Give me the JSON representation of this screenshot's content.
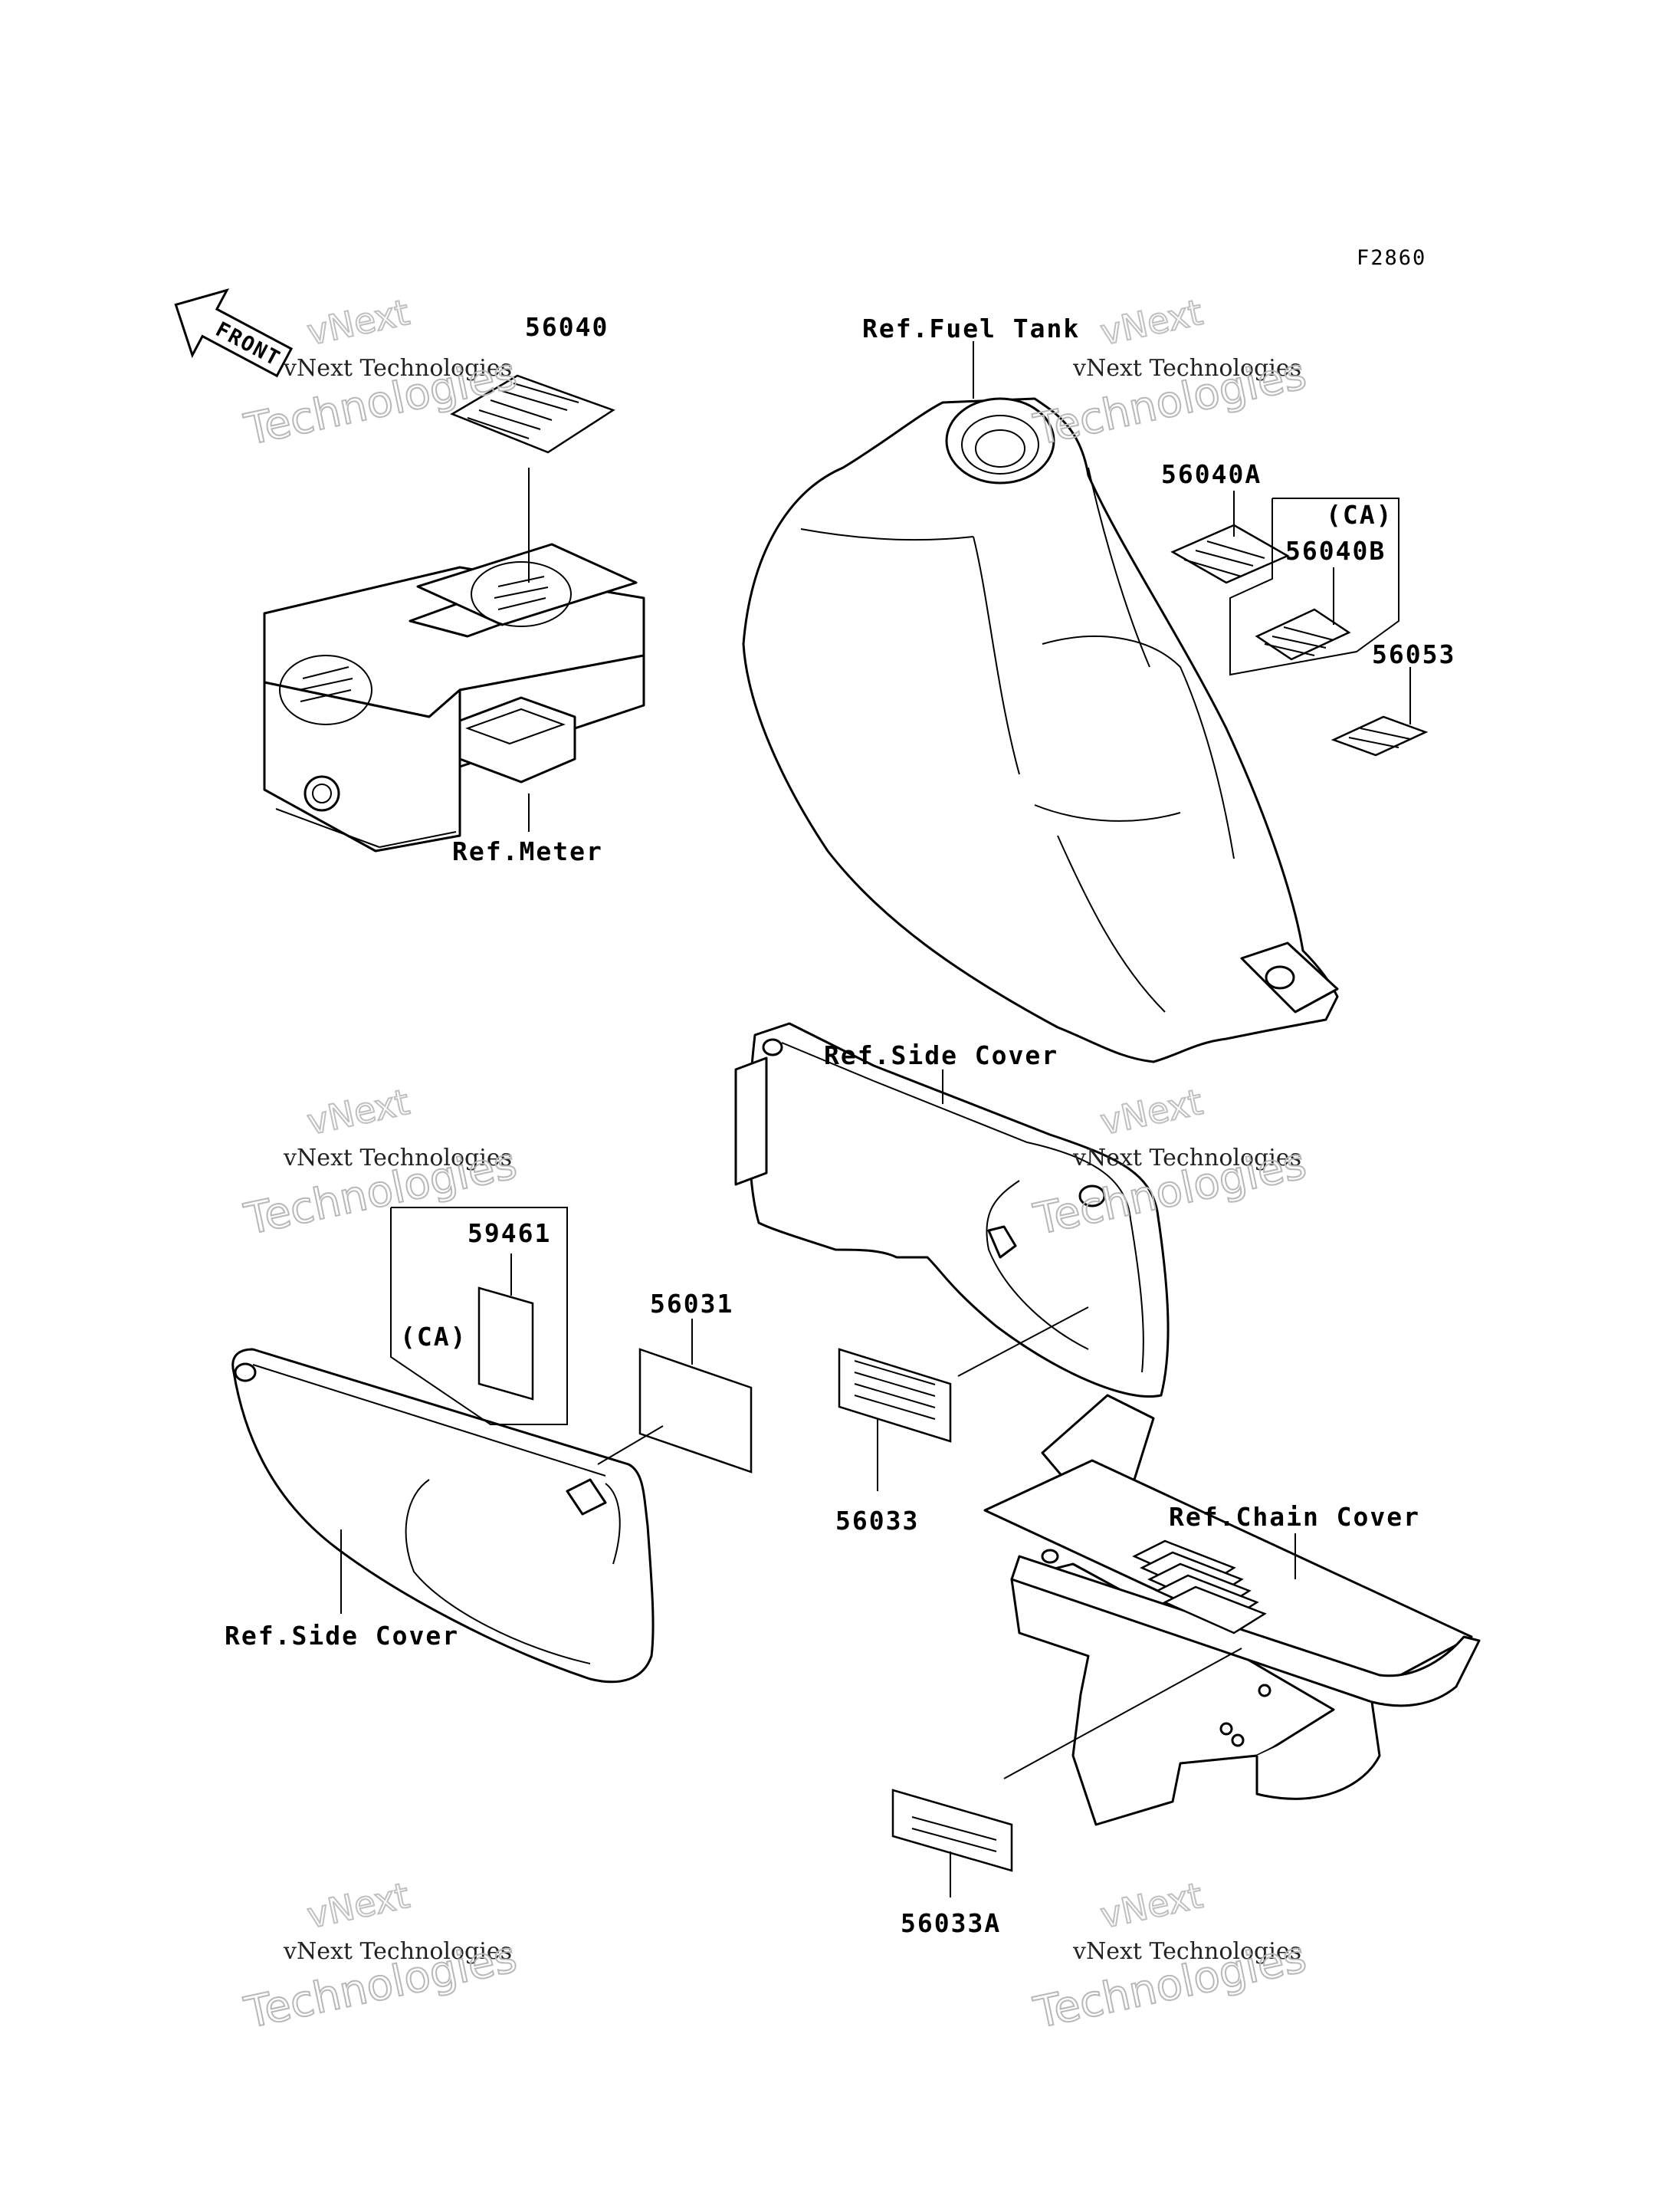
{
  "figure_code": "F2860",
  "front_arrow": "FRONT",
  "references": {
    "meter": "Ref.Meter",
    "fuel_tank": "Ref.Fuel Tank",
    "side_cover_right": "Ref.Side Cover",
    "side_cover_left": "Ref.Side Cover",
    "chain_cover": "Ref.Chain Cover"
  },
  "parts": {
    "p56040": "56040",
    "p56040A": "56040A",
    "p56040B": "56040B",
    "p56053": "56053",
    "p59461": "59461",
    "p56031": "56031",
    "p56033": "56033",
    "p56033A": "56033A"
  },
  "region_tags": {
    "ca_tank": "(CA)",
    "ca_side": "(CA)"
  },
  "watermark": {
    "line1": "vNext Technologies",
    "line2": "Technologies",
    "line3": "vNext"
  }
}
